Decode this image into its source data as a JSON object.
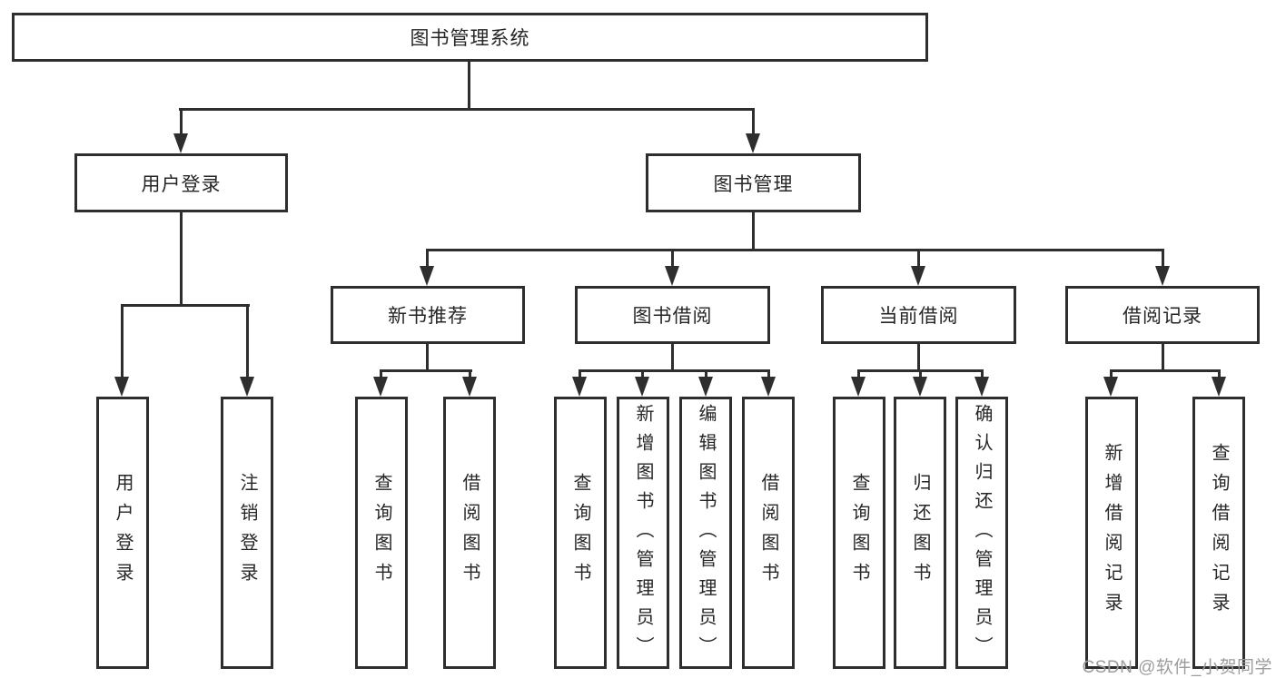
{
  "diagram": {
    "nodes": {
      "root": "图书管理系统",
      "user_login": "用户登录",
      "book_mgmt": "图书管理",
      "new_book_rec": "新书推荐",
      "book_borrow": "图书借阅",
      "current_borrow": "当前借阅",
      "borrow_records": "借阅记录",
      "login": "用户登录",
      "logout": "注销登录",
      "rec_query_book": "查询图书",
      "rec_borrow_book": "借阅图书",
      "bb_query_book": "查询图书",
      "bb_add_book_admin": "新增图书（管理员）",
      "bb_edit_book_admin": "编辑图书（管理员）",
      "bb_borrow_book": "借阅图书",
      "cb_query_book": "查询图书",
      "cb_return_book": "归还图书",
      "cb_confirm_return_admin": "确认归还（管理员）",
      "br_add_record": "新增借阅记录",
      "br_query_record": "查询借阅记录"
    },
    "structure": {
      "root": [
        "user_login",
        "book_mgmt"
      ],
      "user_login": [
        "login",
        "logout"
      ],
      "book_mgmt": [
        "new_book_rec",
        "book_borrow",
        "current_borrow",
        "borrow_records"
      ],
      "new_book_rec": [
        "rec_query_book",
        "rec_borrow_book"
      ],
      "book_borrow": [
        "bb_query_book",
        "bb_add_book_admin",
        "bb_edit_book_admin",
        "bb_borrow_book"
      ],
      "current_borrow": [
        "cb_query_book",
        "cb_return_book",
        "cb_confirm_return_admin"
      ],
      "borrow_records": [
        "br_add_record",
        "br_query_record"
      ]
    },
    "line_color": "#2e2e2e",
    "text_color": "#262626"
  },
  "watermark": {
    "text": "CSDN @软件_小贺同学",
    "color": "#9c9c9c"
  }
}
